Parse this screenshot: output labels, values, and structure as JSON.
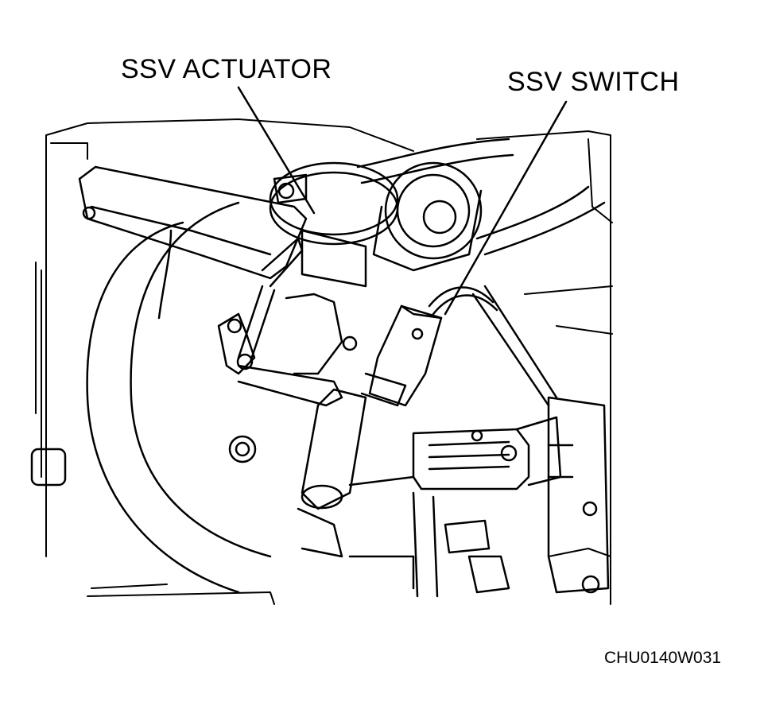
{
  "callouts": {
    "actuator": "SSV ACTUATOR",
    "switch": "SSV SWITCH"
  },
  "figure_code": "CHU0140W031"
}
